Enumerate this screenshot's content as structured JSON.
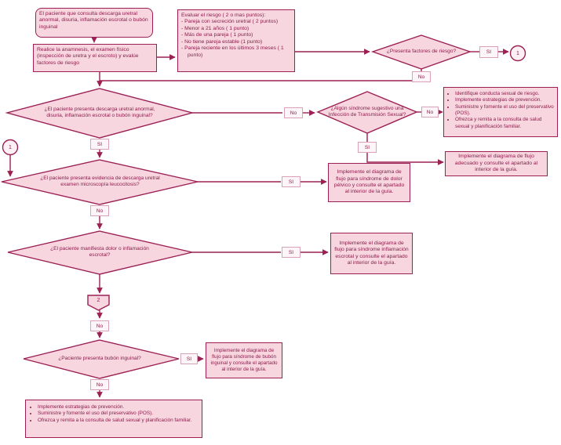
{
  "colors": {
    "shape_fill": "#f8d6e0",
    "shape_border": "#9b2053",
    "text": "#8d1c4a",
    "label_border": "#d8a2ba",
    "connector_line": "#9b2053"
  },
  "labels": {
    "si": "SI",
    "no": "No",
    "connector_1": "1",
    "connector_2": "2"
  },
  "nodes": {
    "start": {
      "text": "El paciente que consulta descarga uretral anormal, disuria, inflamación escrotal  o bubón inguinal"
    },
    "anamnesis": {
      "text": "Realice la anamnesis, el examen físico (inspección de uretra y el escroto) y evalúe factores de riesgo"
    },
    "risk_eval": {
      "title": "Evaluar el riesgo ( 2 o mas puntos):",
      "items": [
        "-  Pareja con secreción uretral ( 2 puntos)",
        "-  Menor a 21 años ( 1 punto)",
        "-  Más de una pareja ( 1 punto)",
        "-  No tiene pareja estable (1 punto)",
        "-  Pareja reciente en los últimos 3 meses  ( 1 punto)"
      ]
    },
    "q_risk_factors": {
      "text": "¿Presenta factores de riesgo?"
    },
    "q_discharge": {
      "text": "¿El paciente presenta descarga uretral anormal, disuria, inflamación escrotal  o bubón inguinal?"
    },
    "q_sti_syndrome": {
      "text": "¿Algún síndrome sugestivo una Infección de Transmisión Sexual?"
    },
    "advice_prevention": {
      "items": [
        "Identifique conducta sexual de riesgo.",
        "Implemente estrategias de prevención.",
        "Suministre y fomente el uso del preservativo (POS).",
        "Ofrezca y remita a la consulta de salud sexual y planificación familiar."
      ]
    },
    "flow_appropriate": {
      "text": "Implemente el diagrama de flujo adecuado y consulte el apartado al interior de la guía."
    },
    "q_microscopy": {
      "text": "¿El paciente presenta evidencia de descarga uretral examen microscopía leucocitosis?"
    },
    "flow_pelvic": {
      "text": "Implemente el diagrama de flujo para síndrome de dolor pélvico y consulte el apartado al interior de la guía."
    },
    "q_scrotal": {
      "text": "¿El paciente manifiesta dolor o inflamación escrotal?"
    },
    "flow_scrotal": {
      "text": "Implemente el diagrama de flujo para síndrome inflamación escrotal y consulte el apartado al interior de la guía."
    },
    "q_bubo": {
      "text": "¿Paciente presenta bubón inguinal?"
    },
    "flow_bubo": {
      "text": "Implemente el diagrama de flujo para síndrome de bubón inguinal y consulte el apartado al interior de la guía."
    },
    "final_prevention": {
      "items": [
        "Implemente estrategias de prevención.",
        "Suministre y fomente el uso del preservativo (POS).",
        "Ofrezca y remita a la consulta de salud sexual y planificación familiar."
      ]
    }
  }
}
